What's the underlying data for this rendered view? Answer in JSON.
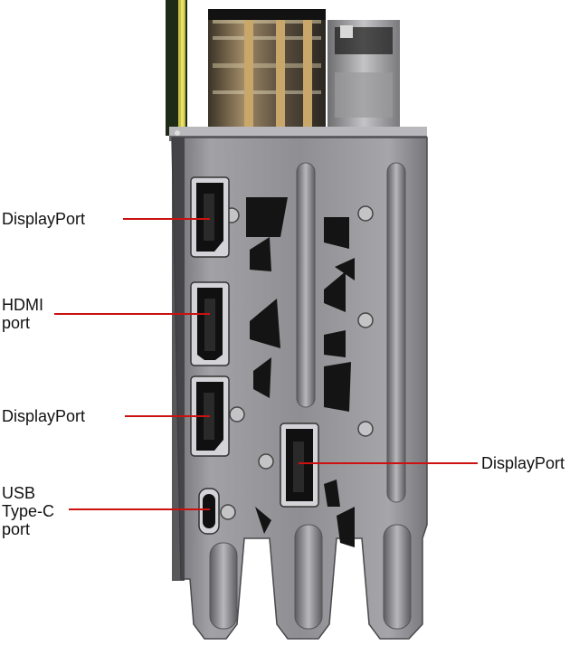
{
  "labels": {
    "displayport_1": "DisplayPort",
    "hdmi": "HDMI\nport",
    "displayport_2": "DisplayPort",
    "usb_c": "USB\nType-C\nport",
    "displayport_3": "DisplayPort"
  },
  "colors": {
    "leader_line": "#cc1111",
    "bracket_metal": "#8e8e92",
    "port_black": "#101010"
  }
}
